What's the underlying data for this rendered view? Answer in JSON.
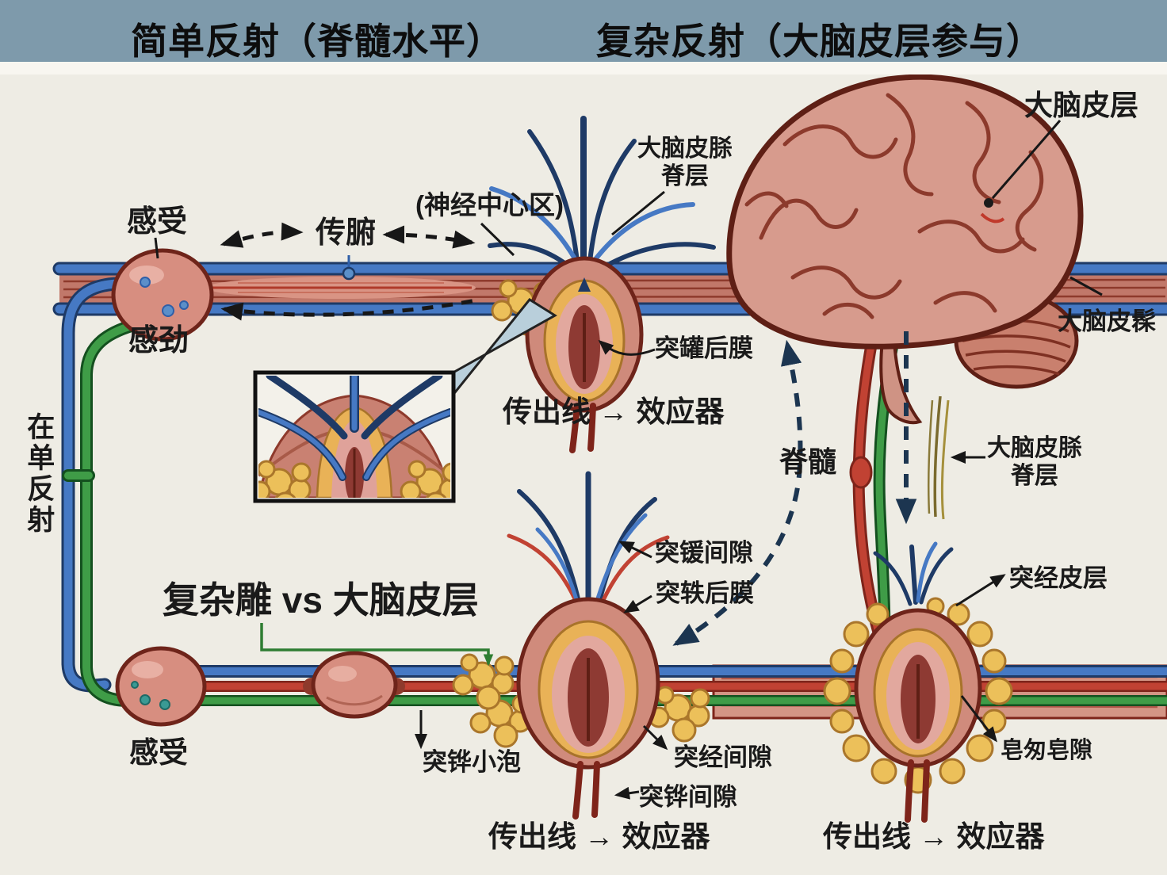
{
  "header": {
    "left_title": "简单反射（脊髓水平）",
    "right_title": "复杂反射（大脑皮层参与）"
  },
  "labels": {
    "cortex": "大脑皮层",
    "cortex_layer_top_line1": "大脑皮脎",
    "cortex_layer_top_line2": "脊层",
    "nerve_center": "(神经中心区)",
    "interneuron": "传腑",
    "receptor_top": "感受",
    "afferent": "感劲",
    "simple_reflex": "在单反射",
    "postsynaptic_top": "突罐后膜",
    "efferent_effector": "传出线 → 效应器",
    "spinal_cord": "脊髓",
    "cerebellum": "大脑皮髹",
    "cortex_layer_right_line1": "大脑皮脎",
    "cortex_layer_right_line2": "脊层",
    "compare_title": "复杂雕 vs 大脑皮层",
    "synaptic_cleft_mid": "突锾间隙",
    "postsynaptic_mid": "突轶后膜",
    "synaptic_cortex": "突经皮层",
    "receptor_bottom": "感受",
    "synaptic_vesicles": "突铧小泡",
    "cleft_bottom_upper": "突经间隙",
    "cleft_bottom_lower": "突铧间隙",
    "effector_membrane_right": "皂匆皂隙"
  },
  "colors": {
    "header_bg": "#7e9aab",
    "background": "#eeece4",
    "blue_nerve": "#4679c4",
    "green_nerve": "#3f9c47",
    "red_nerve": "#c14233",
    "cell_body": "#d78e80",
    "vesicle_yellow": "#ecc05a",
    "brain_pink": "#d79b8d",
    "dashed_navy": "#1c3550",
    "bracket_green": "#2e7d32"
  }
}
